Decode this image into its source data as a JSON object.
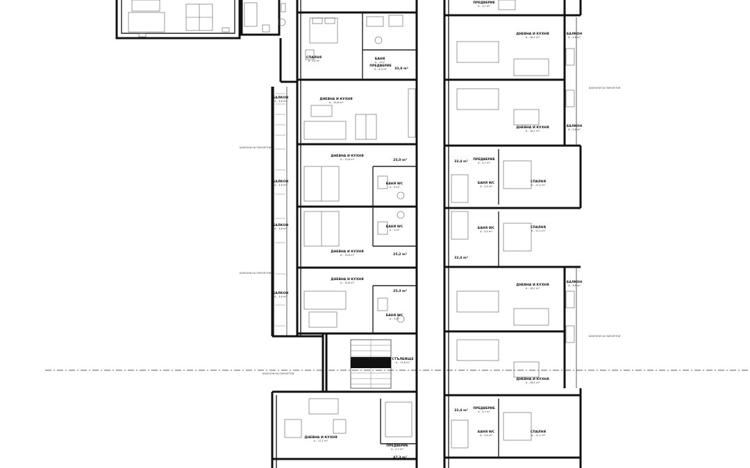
{
  "rooms_center": [
    {
      "id": "r1",
      "name": "СПАЛНЯ",
      "area": "A - 13 m²"
    },
    {
      "id": "r2",
      "name": "БАНЯ",
      "area": "A - 4 m²"
    },
    {
      "id": "r3",
      "name": "ПРЕДВЕРИЕ",
      "area": "A - 4,0 m²"
    },
    {
      "id": "r4",
      "name": "ДНЕВНА И КУХНЯ",
      "area": "A - 19,8 m²"
    },
    {
      "id": "r5",
      "name": "ДНЕВНА И КУХНЯ",
      "area": "A - 13,8 m²"
    },
    {
      "id": "r6",
      "name": "БАНЯ WC",
      "area": "A - 3 m²"
    },
    {
      "id": "r7",
      "name": "БАНЯ WC",
      "area": "A - 3 m²"
    },
    {
      "id": "r8",
      "name": "ДНЕВНА И КУХНЯ",
      "area": "A - 13,8 m²"
    },
    {
      "id": "r9",
      "name": "ДНЕВНА И КУХНЯ",
      "area": "A - 13,8 m²"
    },
    {
      "id": "r10",
      "name": "БАНЯ WC",
      "area": "A - 3 m²"
    },
    {
      "id": "r11",
      "name": "СТЪЛБИЩЕ",
      "area": "A - 13,8 m²"
    },
    {
      "id": "r12",
      "name": "ДНЕВНА И КУХНЯ",
      "area": "A - 17,1 m²"
    },
    {
      "id": "r13",
      "name": "ПРЕДВЕРИЕ",
      "area": "A - 2,7 m²"
    }
  ],
  "rooms_right": [
    {
      "id": "q1",
      "name": "ДНЕВНА И КУХНЯ",
      "area": "A - 18,1 m²"
    },
    {
      "id": "q2",
      "name": "ДНЕВНА И КУХНЯ",
      "area": "A - 18,1 m²"
    },
    {
      "id": "q3",
      "name": "СПАЛНЯ",
      "area": "A - 11,1 m²"
    },
    {
      "id": "q4",
      "name": "СПАЛНЯ",
      "area": "A - 11,1 m²"
    },
    {
      "id": "q5",
      "name": "ДНЕВНА И КУХНЯ",
      "area": "A - 18,1 m²"
    },
    {
      "id": "q6",
      "name": "ДНЕВНА И КУХНЯ",
      "area": "A - 18,1 m²"
    },
    {
      "id": "q7",
      "name": "СПАЛНЯ",
      "area": "A - 11,1 m²"
    },
    {
      "id": "q8",
      "name": "БАНЯ WC",
      "area": "A - 3,4 m²"
    },
    {
      "id": "q9",
      "name": "БАНЯ WC",
      "area": "A - 3,4 m²"
    },
    {
      "id": "q10",
      "name": "БАНЯ WC",
      "area": "A - 3,4 m²"
    },
    {
      "id": "q11",
      "name": "ПРЕДВЕРИЕ",
      "area": "A - 3,7 m²"
    },
    {
      "id": "q12",
      "name": "ПРЕДВЕРИЕ",
      "area": "A - 3,7 m²"
    },
    {
      "id": "q13",
      "name": "ПРЕДВЕРИЕ",
      "area": "A - 3,7 m²"
    }
  ],
  "balconies": [
    {
      "id": "b1",
      "name": "БАЛКОН",
      "area": "A - 3,8 m²"
    },
    {
      "id": "b2",
      "name": "БАЛКОН",
      "area": "A - 3,6 m²"
    },
    {
      "id": "b3",
      "name": "БАЛКОН",
      "area": "A - 3,8 m²"
    },
    {
      "id": "b4",
      "name": "БАЛКОН",
      "area": "A - 3,6 m²"
    },
    {
      "id": "b5",
      "name": "БАЛКОН",
      "area": "A - 3,8 m²"
    },
    {
      "id": "b6",
      "name": "БАЛКОН",
      "area": "A - 3,6 m²"
    },
    {
      "id": "b7",
      "name": "БАЛКОН",
      "area": "A - 3,8 m²"
    }
  ],
  "apartment_totals": [
    {
      "id": "t1",
      "value": "32,8 m²"
    },
    {
      "id": "t2",
      "value": "25,0 m²"
    },
    {
      "id": "t3",
      "value": "25,2 m²"
    },
    {
      "id": "t4",
      "value": "25,3 m²"
    },
    {
      "id": "t5",
      "value": "47,3 m²"
    },
    {
      "id": "t6",
      "value": "32,4 m²"
    },
    {
      "id": "t7",
      "value": "32,4 m²"
    },
    {
      "id": "t8",
      "value": "32,4 m²"
    }
  ],
  "side_notes": [
    {
      "id": "n1",
      "text": "БАЛКОНИ НА ПАРАПЕТНИ"
    },
    {
      "id": "n2",
      "text": "БАЛКОНИ НА ПАРАПЕТНИ"
    },
    {
      "id": "n3",
      "text": "БАЛКОНИ НА ПАРАПЕТНИ"
    },
    {
      "id": "n4",
      "text": "БАЛКОНИ НА ПАРАПЕТНИ"
    },
    {
      "id": "n5",
      "text": "БАЛКОНИ НА ПАРАПЕТНИ"
    }
  ]
}
